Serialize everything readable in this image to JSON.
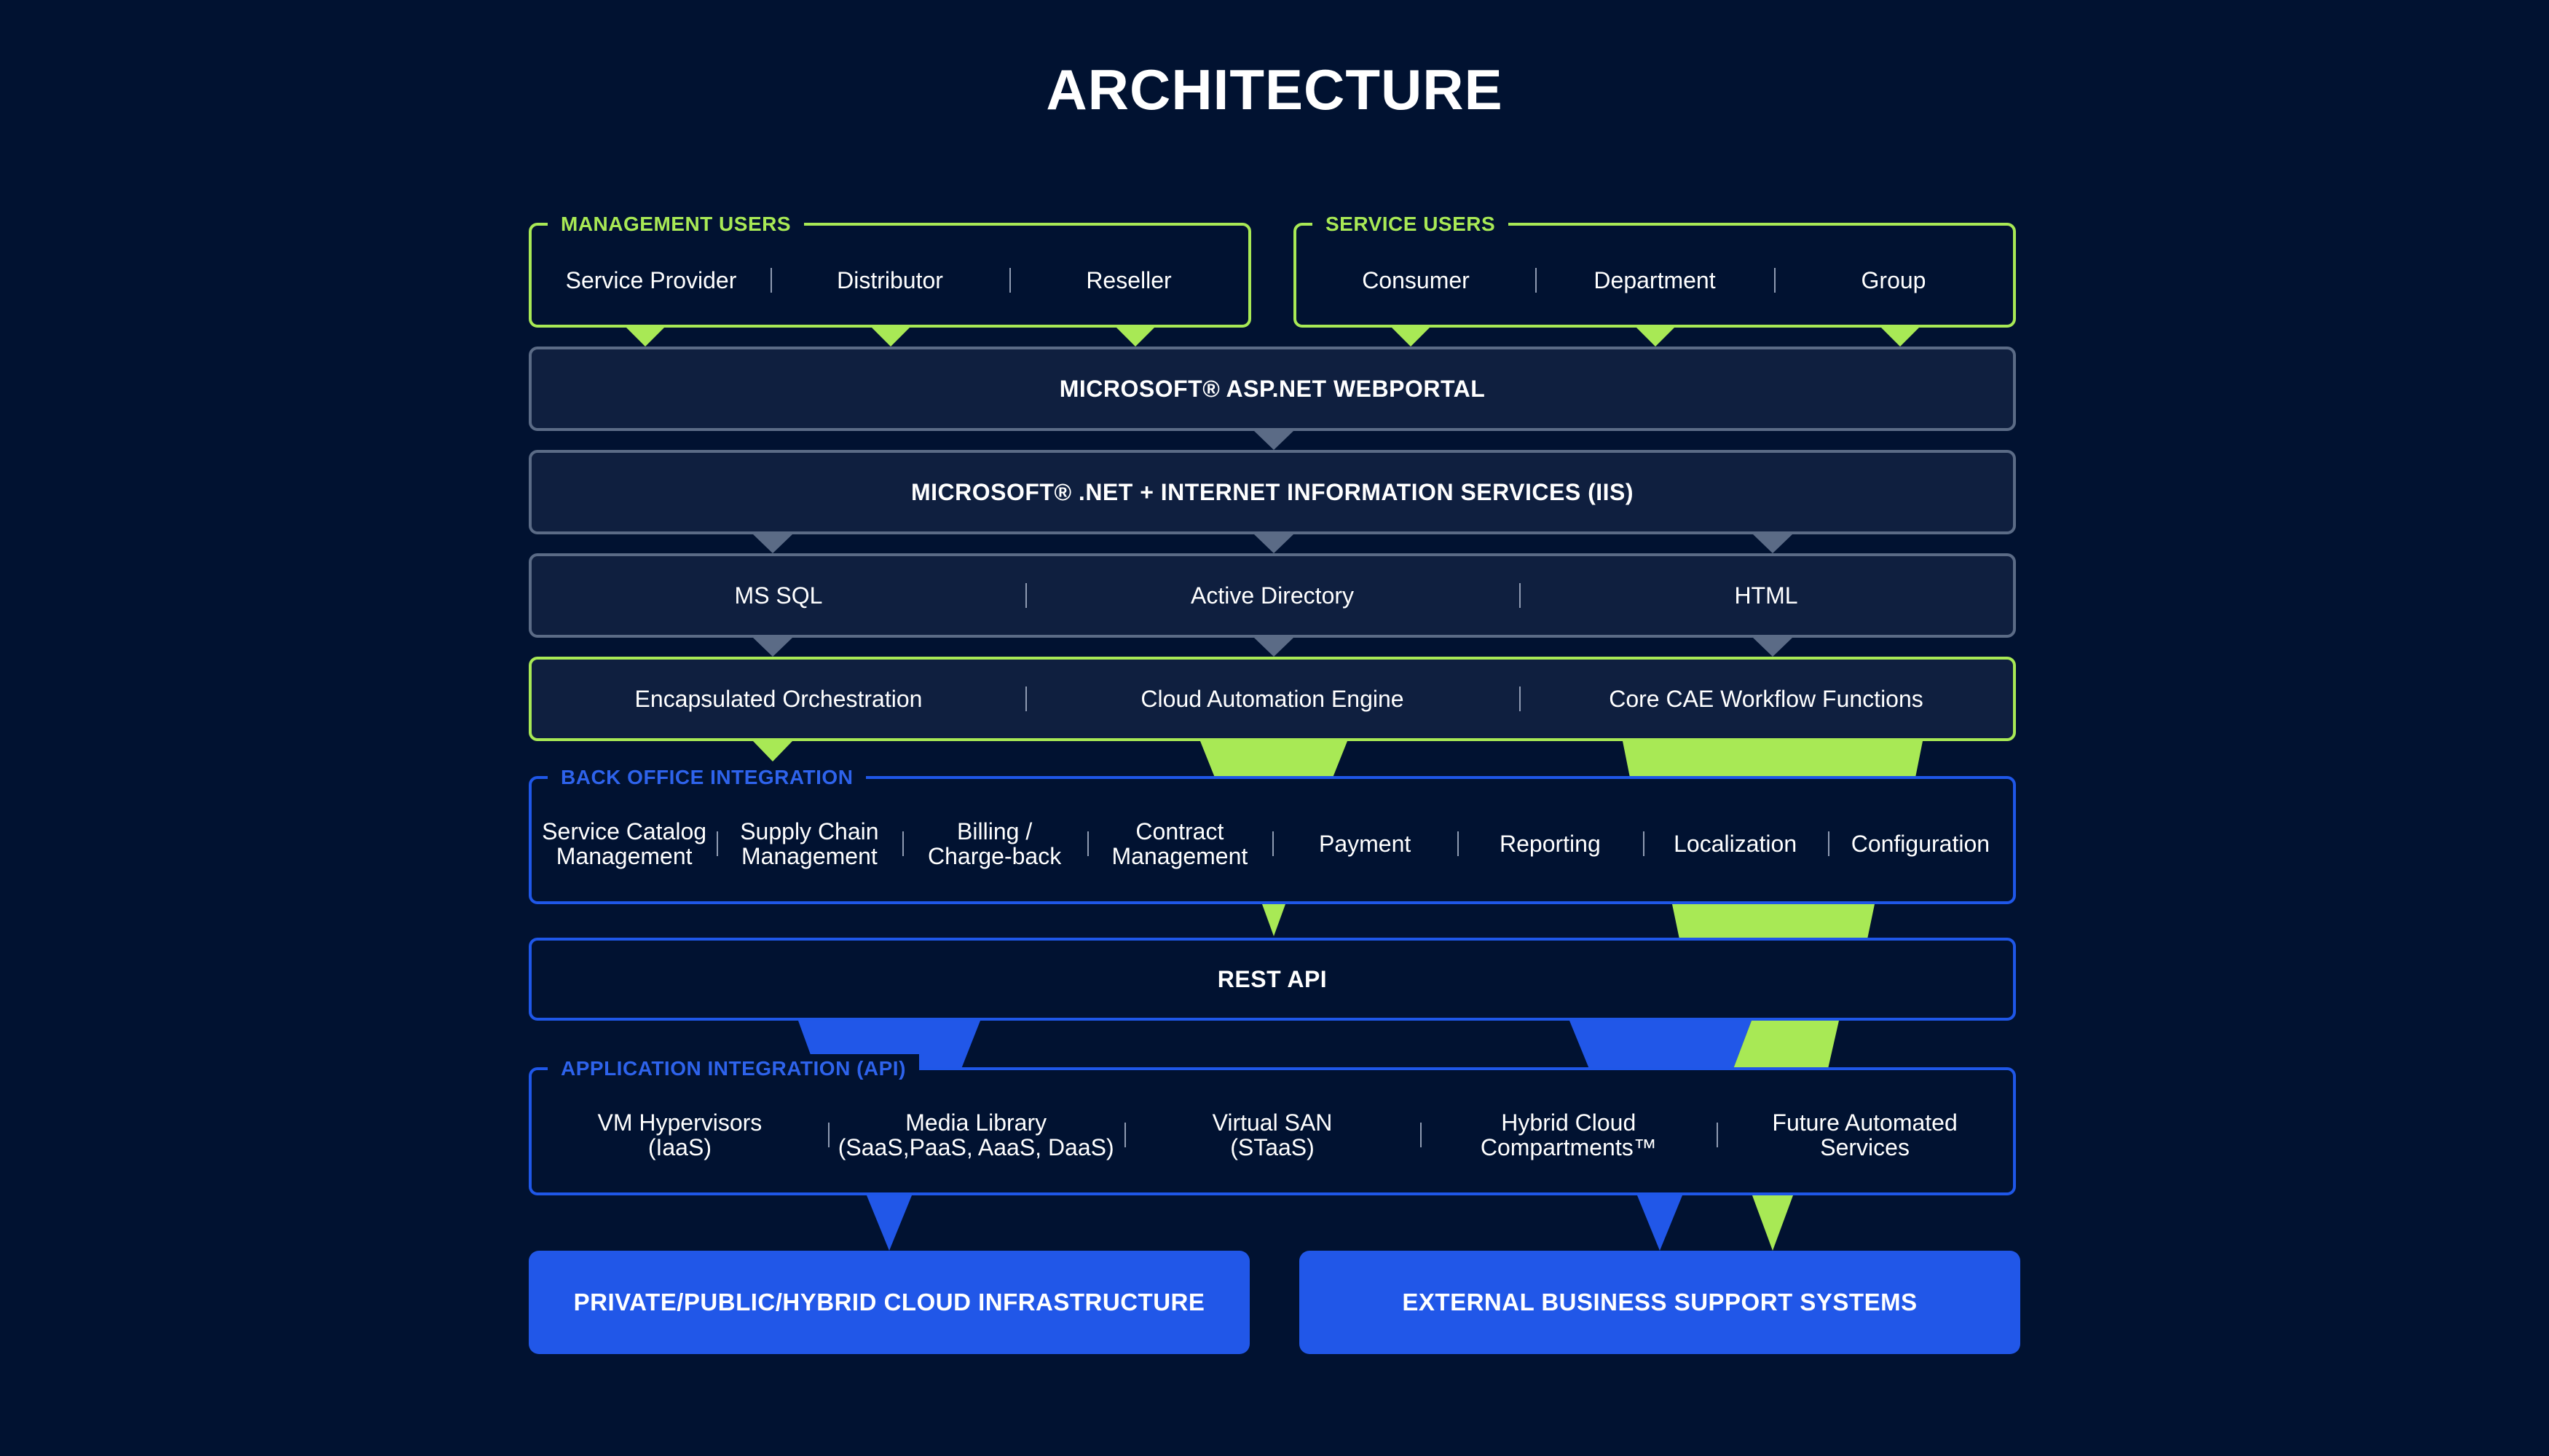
{
  "title": "ARCHITECTURE",
  "colors": {
    "background": "#011231",
    "green": "#a8e955",
    "blue": "#2157e8",
    "grey": "#5b6b86",
    "panel": "#0f1f3f"
  },
  "management_users": {
    "legend": "MANAGEMENT USERS",
    "items": [
      "Service Provider",
      "Distributor",
      "Reseller"
    ]
  },
  "service_users": {
    "legend": "SERVICE USERS",
    "items": [
      "Consumer",
      "Department",
      "Group"
    ]
  },
  "webportal": "MICROSOFT® ASP.NET WEBPORTAL",
  "iis": "MICROSOFT® .NET + INTERNET INFORMATION SERVICES (IIS)",
  "platform": [
    "MS SQL",
    "Active Directory",
    "HTML"
  ],
  "engine": [
    "Encapsulated Orchestration",
    "Cloud Automation Engine",
    "Core CAE Workflow Functions"
  ],
  "back_office": {
    "legend": "BACK OFFICE INTEGRATION",
    "items": [
      [
        "Service Catalog",
        "Management"
      ],
      [
        "Supply Chain",
        "Management"
      ],
      [
        "Billing /",
        "Charge-back"
      ],
      [
        "Contract",
        "Management"
      ],
      [
        "Payment"
      ],
      [
        "Reporting"
      ],
      [
        "Localization"
      ],
      [
        "Configuration"
      ]
    ]
  },
  "rest_api": "REST API",
  "app_integration": {
    "legend": "APPLICATION INTEGRATION (API)",
    "items": [
      [
        "VM Hypervisors",
        "(IaaS)"
      ],
      [
        "Media Library",
        "(SaaS,PaaS, AaaS, DaaS)"
      ],
      [
        "Virtual SAN",
        "(STaaS)"
      ],
      [
        "Hybrid Cloud",
        "Compartments™"
      ],
      [
        "Future Automated",
        "Services"
      ]
    ]
  },
  "outputs": [
    "PRIVATE/PUBLIC/HYBRID CLOUD INFRASTRUCTURE",
    "EXTERNAL BUSINESS SUPPORT SYSTEMS"
  ]
}
